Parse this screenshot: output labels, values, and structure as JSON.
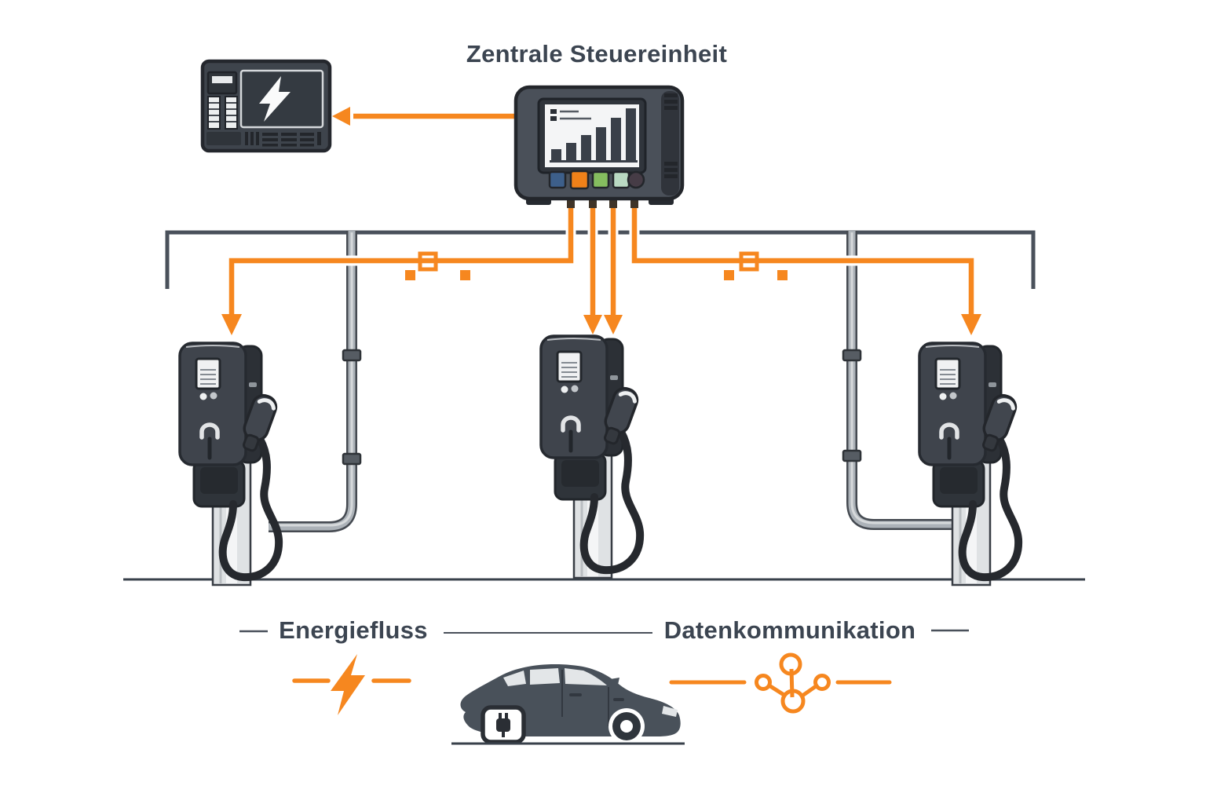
{
  "title": "Zentrale Steuereinheit",
  "colors": {
    "accent_orange": "#F6871F",
    "line_gray": "#4A515B",
    "text_dark": "#3C4551",
    "device_dark": "#3F444C",
    "background": "#FFFFFF"
  },
  "control_unit": {
    "label": "Zentrale Steuereinheit",
    "screen_icon": "bar-chart-icon",
    "screen_bars": [
      1,
      2,
      3,
      4,
      5,
      6
    ],
    "button_colors": [
      "#3D5F8A",
      "#F08119",
      "#85BD5F",
      "#B9D9C2",
      "#463C46"
    ],
    "outgoing_cables": 4
  },
  "power_panel": {
    "icon": "lightning-bolt-icon"
  },
  "stations": [
    {
      "id": "station-left"
    },
    {
      "id": "station-center"
    },
    {
      "id": "station-right"
    }
  ],
  "legend": {
    "energy": {
      "label": "Energiefluss",
      "icon": "lightning-bolt-icon"
    },
    "data": {
      "label": "Datenkommunikation",
      "icon": "network-nodes-icon"
    },
    "vehicle_icon": "electric-car-icon"
  }
}
